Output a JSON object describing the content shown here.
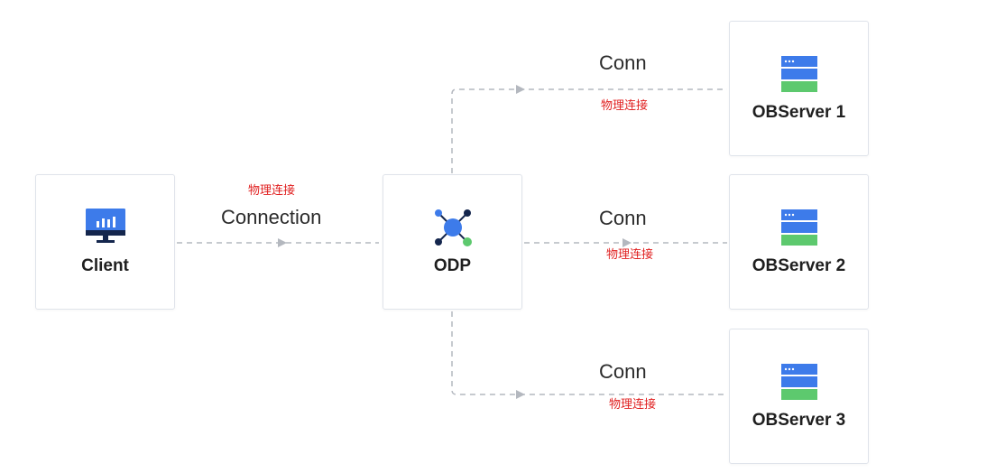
{
  "nodes": {
    "client": {
      "label": "Client",
      "icon": "monitor-chart-icon"
    },
    "odp": {
      "label": "ODP",
      "icon": "network-hub-icon"
    },
    "servers": [
      {
        "label": "OBServer 1",
        "icon": "server-stack-icon"
      },
      {
        "label": "OBServer 2",
        "icon": "server-stack-icon"
      },
      {
        "label": "OBServer 3",
        "icon": "server-stack-icon"
      }
    ]
  },
  "edges": {
    "client_odp": {
      "label": "Connection",
      "sublabel": "物理连接"
    },
    "odp_servers": [
      {
        "label": "Conn",
        "sublabel": "物理连接"
      },
      {
        "label": "Conn",
        "sublabel": "物理连接"
      },
      {
        "label": "Conn",
        "sublabel": "物理连接"
      }
    ]
  },
  "colors": {
    "icon_blue": "#3d7bea",
    "icon_navy": "#14264d",
    "icon_green": "#5dc96e",
    "edge_gray": "#b4b8bf",
    "sublabel_red": "#e02020"
  }
}
